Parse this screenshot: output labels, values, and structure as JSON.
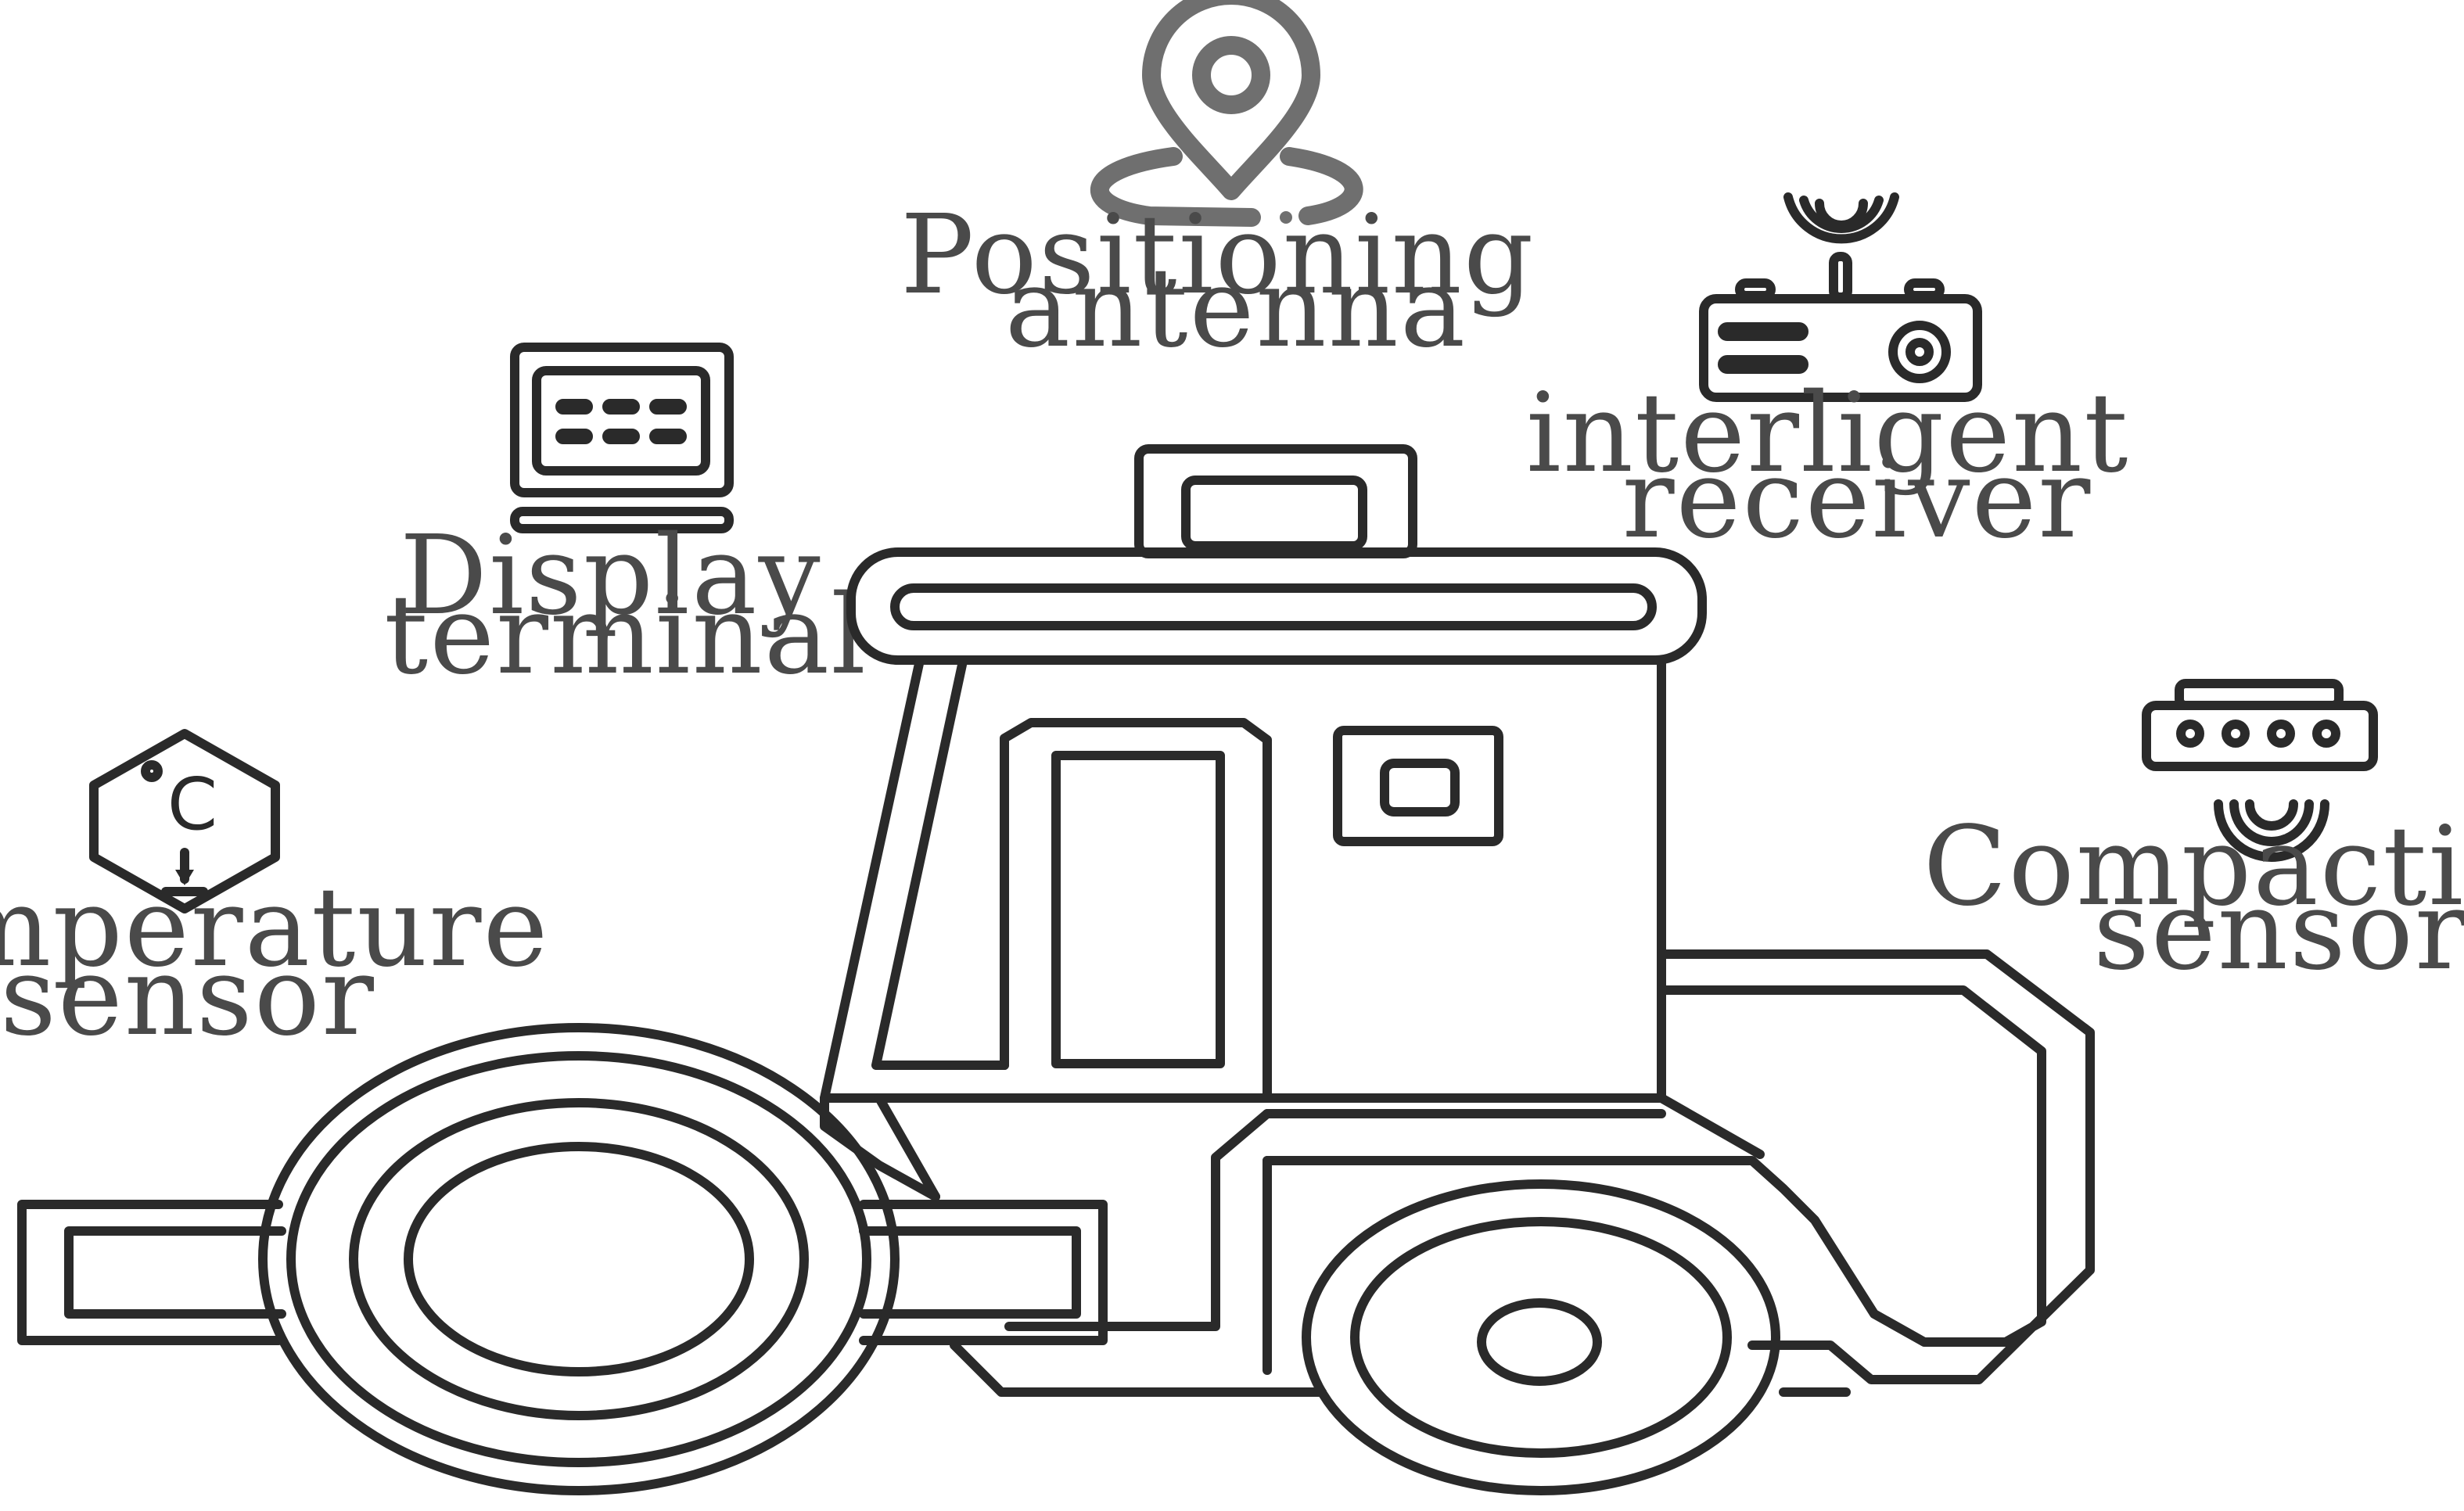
{
  "labels": {
    "positioning": [
      "Positioning",
      "antenna"
    ],
    "receiver": [
      "interligent",
      "receiver"
    ],
    "display": [
      "Display",
      "terminal"
    ],
    "temperature": [
      "Temperature",
      "sensor"
    ],
    "compacting": [
      "Compacting",
      "sensor"
    ],
    "temperature_symbol": "C"
  },
  "icons": {
    "positioning": "location-pin-icon",
    "receiver": "radio-receiver-icon",
    "display": "laptop-terminal-icon",
    "temperature": "thermometer-hexagon-icon",
    "compacting": "sensor-strip-icon"
  },
  "colors": {
    "line": "#2a2a2a",
    "label": "#4a4a4a",
    "pin": "#6f6f6f",
    "background": "#ffffff"
  }
}
